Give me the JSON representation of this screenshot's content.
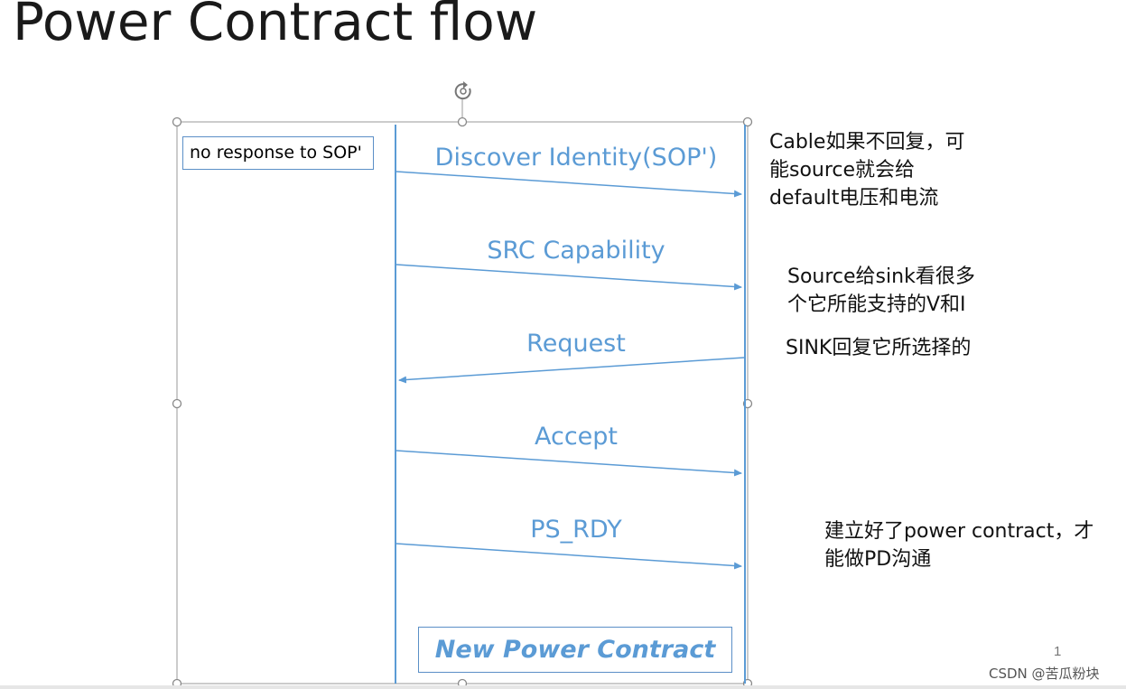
{
  "title": "Power Contract flow",
  "side_box_text": "no response to SOP'",
  "contract_box_text": "New Power Contract",
  "messages": [
    {
      "label": "Discover Identity(SOP')",
      "direction": "right"
    },
    {
      "label": "SRC Capability",
      "direction": "right"
    },
    {
      "label": "Request",
      "direction": "left"
    },
    {
      "label": "Accept",
      "direction": "right"
    },
    {
      "label": "PS_RDY",
      "direction": "right"
    }
  ],
  "notes": [
    {
      "lines": [
        "Cable如果不回复，可",
        "能source就会给",
        "default电压和电流"
      ]
    },
    {
      "lines": [
        "Source给sink看很多",
        "个它所能支持的V和I"
      ]
    },
    {
      "lines": [
        "SINK回复它所选择的"
      ]
    },
    {
      "lines": [
        "建立好了power contract，才",
        "能做PD沟通"
      ]
    }
  ],
  "page_number": "1",
  "watermark": "CSDN @苦瓜粉块",
  "colors": {
    "line": "#5b9bd5",
    "label": "#5b9bd5",
    "handle": "#888888",
    "frame": "#9a9a9a"
  },
  "icons": {
    "rotate_handle": "rotate-icon"
  }
}
